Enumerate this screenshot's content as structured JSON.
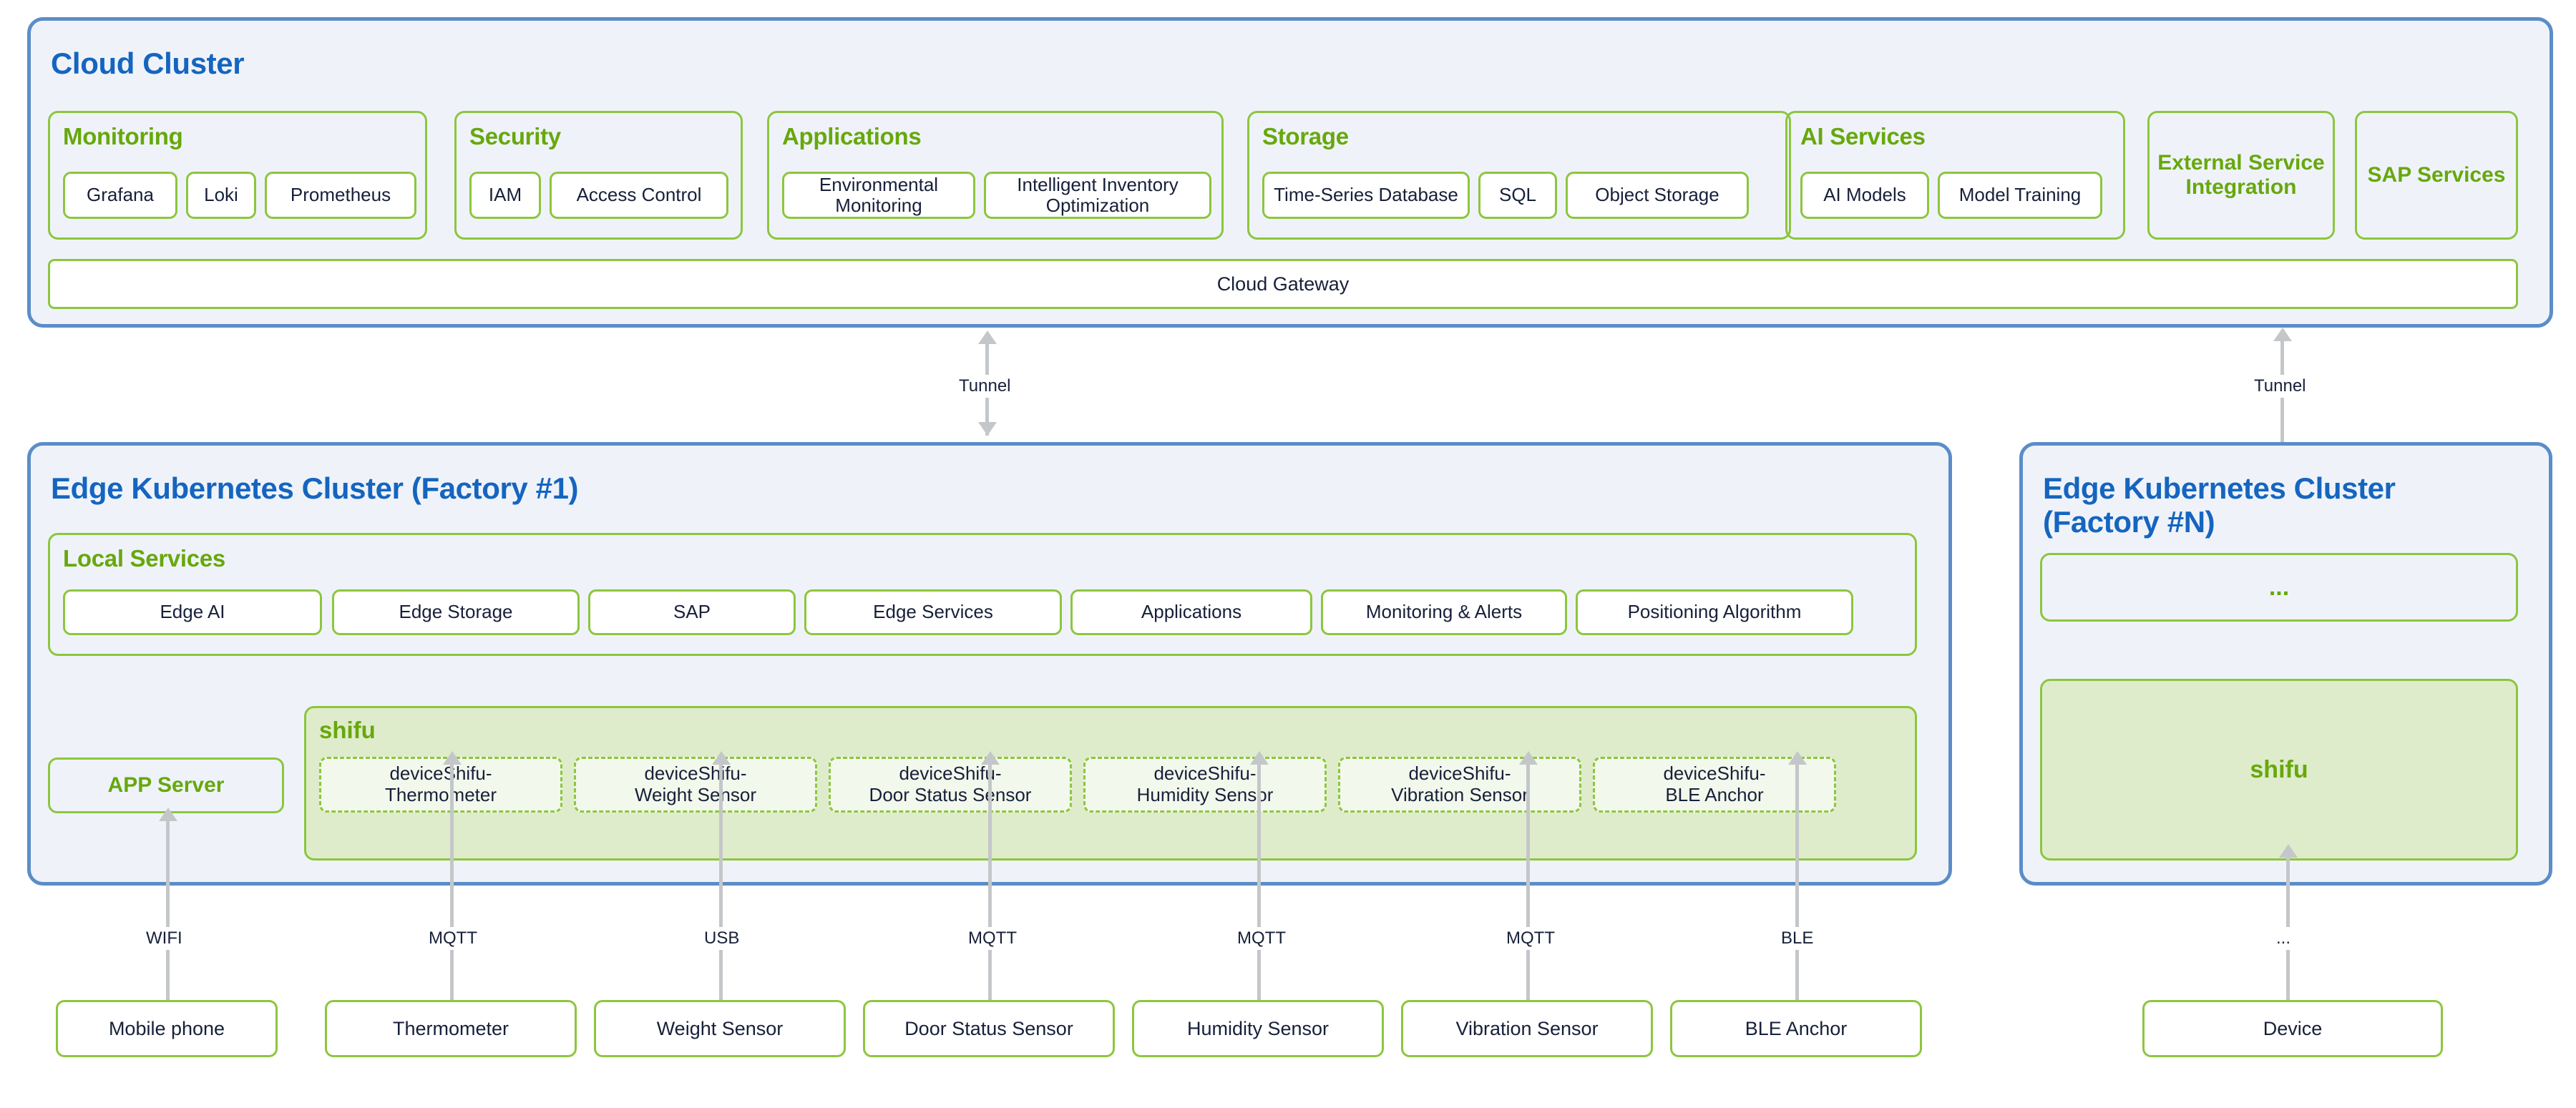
{
  "diagram": {
    "title": "Shifu Edge-Cloud IoT Reference Architecture",
    "colors": {
      "cluster_border": "#5b8dc8",
      "cluster_fill": "#eff3f9",
      "cluster_title": "#1565c0",
      "group_border": "#8cc63e",
      "group_title": "#67a80c",
      "chip_fill": "#ffffff",
      "chip_text": "#17203a",
      "shifu_fill": "#dfeccb",
      "deviceshifu_fill": "#f3f8ec",
      "connector": "#c4c7c9"
    }
  },
  "cloud_cluster": {
    "title": "Cloud Cluster",
    "groups": [
      {
        "title": "Monitoring",
        "items": [
          "Grafana",
          "Loki",
          "Prometheus"
        ]
      },
      {
        "title": "Security",
        "items": [
          "IAM",
          "Access Control"
        ]
      },
      {
        "title": "Applications",
        "items": [
          "Environmental Monitoring",
          "Intelligent Inventory Optimization"
        ]
      },
      {
        "title": "Storage",
        "items": [
          "Time-Series Database",
          "SQL",
          "Object Storage"
        ]
      },
      {
        "title": "AI Services",
        "items": [
          "AI Models",
          "Model Training"
        ]
      }
    ],
    "standalone": [
      "External Service Integration",
      "SAP Services"
    ],
    "gateway": "Cloud Gateway"
  },
  "tunnels": [
    {
      "label": "Tunnel",
      "direction": "bidirectional"
    },
    {
      "label": "Tunnel",
      "direction": "up"
    }
  ],
  "edge_cluster_1": {
    "title": "Edge Kubernetes Cluster (Factory #1)",
    "local_services": {
      "title": "Local Services",
      "items": [
        "Edge AI",
        "Edge Storage",
        "SAP",
        "Edge Services",
        "Applications",
        "Monitoring & Alerts",
        "Positioning Algorithm"
      ]
    },
    "app_server": "APP Server",
    "shifu": {
      "title": "shifu",
      "deviceshifus": [
        "deviceShifu-\nThermometer",
        "deviceShifu-\nWeight Sensor",
        "deviceShifu-\nDoor Status Sensor",
        "deviceShifu-\nHumidity Sensor",
        "deviceShifu-\nVibration Sensor",
        "deviceShifu-\nBLE Anchor"
      ]
    }
  },
  "edge_cluster_n": {
    "title": "Edge Kubernetes Cluster (Factory #N)",
    "services_placeholder": "...",
    "shifu_title": "shifu"
  },
  "devices": [
    {
      "name": "Mobile phone",
      "protocol": "WIFI"
    },
    {
      "name": "Thermometer",
      "protocol": "MQTT"
    },
    {
      "name": "Weight Sensor",
      "protocol": "USB"
    },
    {
      "name": "Door Status Sensor",
      "protocol": "MQTT"
    },
    {
      "name": "Humidity Sensor",
      "protocol": "MQTT"
    },
    {
      "name": "Vibration Sensor",
      "protocol": "MQTT"
    },
    {
      "name": "BLE Anchor",
      "protocol": "BLE"
    }
  ],
  "device_n": {
    "name": "Device",
    "protocol": "..."
  }
}
